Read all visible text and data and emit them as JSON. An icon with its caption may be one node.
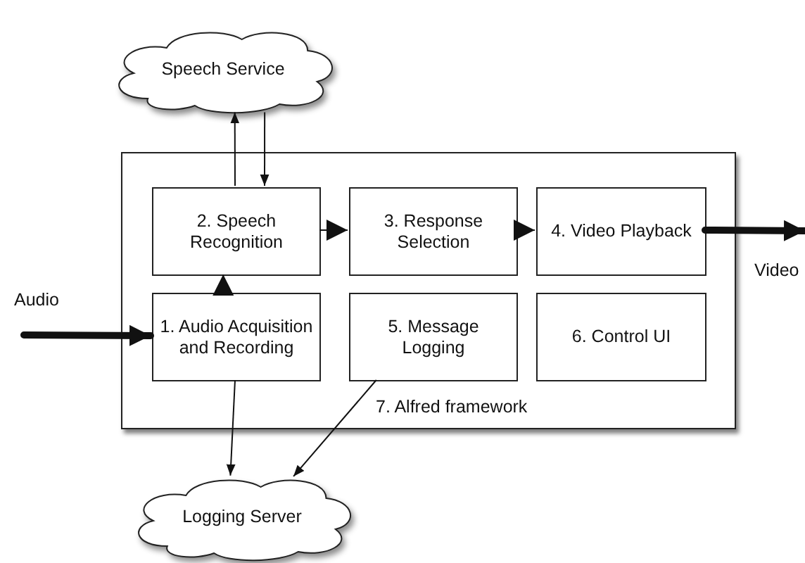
{
  "diagram": {
    "nodes": [
      {
        "text": [
          "Speech Service"
        ]
      },
      {
        "text": [
          "7. Alfred framework"
        ]
      },
      {
        "text": [
          "2. Speech Recognition"
        ],
        "in": 1
      },
      {
        "text": [
          "3. Response Selection"
        ],
        "in": 1
      },
      {
        "text": [
          "4. Video Playback"
        ],
        "in": 1
      },
      {
        "text": [
          "1. Audio Acquisition and Recording"
        ],
        "in": 1
      },
      {
        "text": [
          "5. Message Logging"
        ],
        "in": 1
      },
      {
        "text": [
          "6. Control UI"
        ],
        "in": 1
      },
      {
        "text": [
          "Logging Server"
        ]
      }
    ],
    "edges": [
      {
        "from": 2,
        "to": 0,
        "arrow": "to"
      },
      {
        "from": 0,
        "to": 2,
        "arrow": "to"
      },
      {
        "from": 2,
        "to": 3,
        "arrow": "to"
      },
      {
        "from": 3,
        "to": 4,
        "arrow": "to"
      },
      {
        "from": 5,
        "to": 2,
        "arrow": "to"
      },
      {
        "from": null,
        "to": 5,
        "arrow": "to",
        "style": "thick"
      },
      {
        "from": 4,
        "to": null,
        "arrow": "to",
        "style": "thick"
      },
      {
        "from": 5,
        "to": 8,
        "arrow": "to"
      },
      {
        "from": 6,
        "to": 8,
        "arrow": "to"
      }
    ],
    "labels": [
      "Audio",
      "Video"
    ]
  }
}
